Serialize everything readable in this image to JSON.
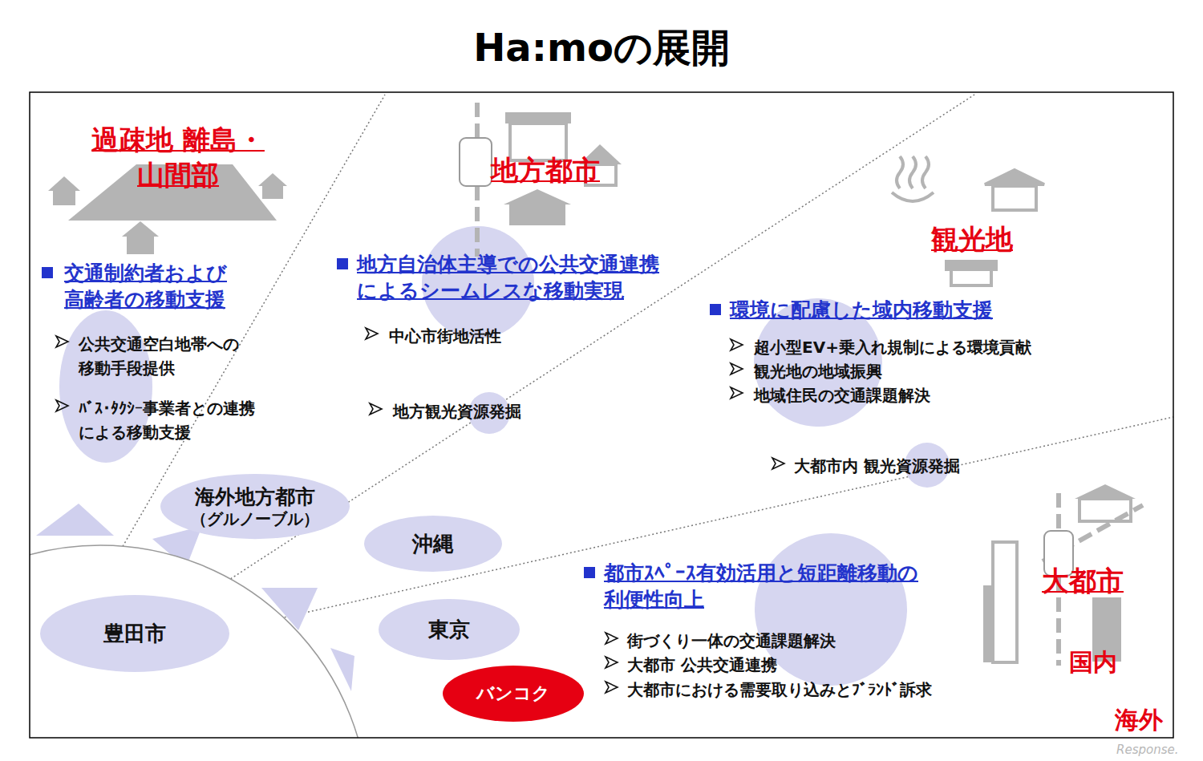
{
  "diagram": {
    "title": "Ha:moの展開",
    "nodes": [
      {
        "text": [
          "海外地方都市",
          "（グルノーブル）"
        ]
      },
      {
        "text": [
          "沖縄"
        ]
      },
      {
        "text": [
          "豊田市"
        ]
      },
      {
        "text": [
          "東京"
        ]
      },
      {
        "text": [
          "バンコク"
        ]
      }
    ],
    "labels": [
      "過疎地 離島・山間部",
      "交通制約者および 高齢者の移動支援",
      "公共交通空白地帯への 移動手段提供",
      "ﾊﾞｽ･ﾀｸｼｰ事業者との連携 による移動支援",
      "地方都市",
      "地方自治体主導での公共交通連携 によるシームレスな移動実現",
      "中心市街地活性",
      "地方観光資源発掘",
      "観光地",
      "環境に配慮した域内移動支援",
      "超小型EV+乗入れ規制による環境貢献",
      "観光地の地域振興",
      "地域住民の交通課題解決",
      "大都市内 観光資源発掘",
      "都市ｽﾍﾟｰｽ有効活用と短距離移動の 利便性向上",
      "街づくり一体の交通課題解決",
      "大都市 公共交通連携",
      "大都市における需要取り込みとﾌﾞﾗﾝﾄﾞ訴求",
      "大都市",
      "国内",
      "海外",
      "Response."
    ]
  }
}
